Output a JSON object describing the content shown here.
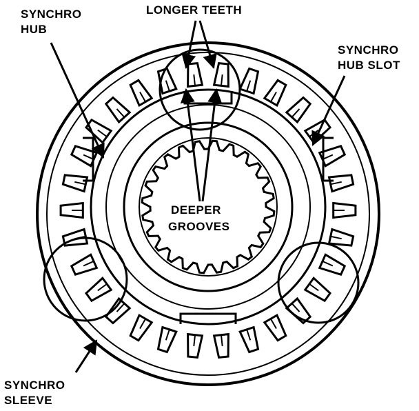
{
  "labels": {
    "synchro_hub_line1": "SYNCHRO",
    "synchro_hub_line2": "HUB",
    "longer_teeth": "LONGER TEETH",
    "synchro_hub_slot_line1": "SYNCHRO",
    "synchro_hub_slot_line2": "HUB SLOT",
    "deeper_grooves_line1": "DEEPER",
    "deeper_grooves_line2": "GROOVES",
    "synchro_sleeve_line1": "SYNCHRO",
    "synchro_sleeve_line2": "SLEEVE"
  },
  "style": {
    "ink": "#000000",
    "paper": "#ffffff"
  }
}
